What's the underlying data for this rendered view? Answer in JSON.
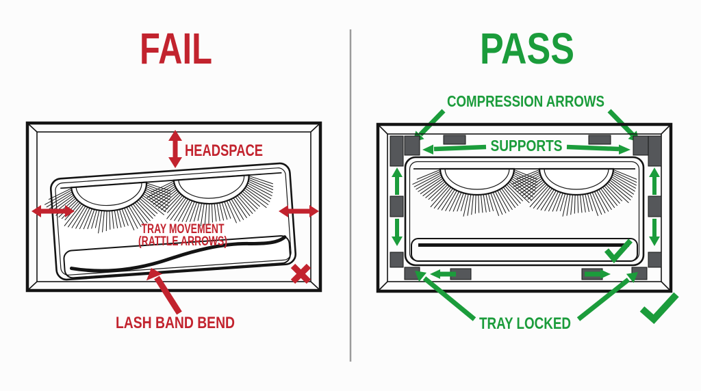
{
  "colors": {
    "red": "#c2232e",
    "green": "#1b9c3b",
    "block": "#55575a",
    "ink": "#141414",
    "divider": "#9b9b9b",
    "bg": "#fcfcfc"
  },
  "fail": {
    "title": "FAIL",
    "headspace_label": "HEADSPACE",
    "tray_movement_line1": "TRAY MOVEMENT",
    "tray_movement_line2": "(RATTLE ARROWS)",
    "lash_band_bend_label": "LASH BAND BEND"
  },
  "pass": {
    "title": "PASS",
    "compression_arrows_label": "COMPRESSION ARROWS",
    "supports_label": "SUPPORTS",
    "tray_locked_label": "TRAY LOCKED"
  }
}
